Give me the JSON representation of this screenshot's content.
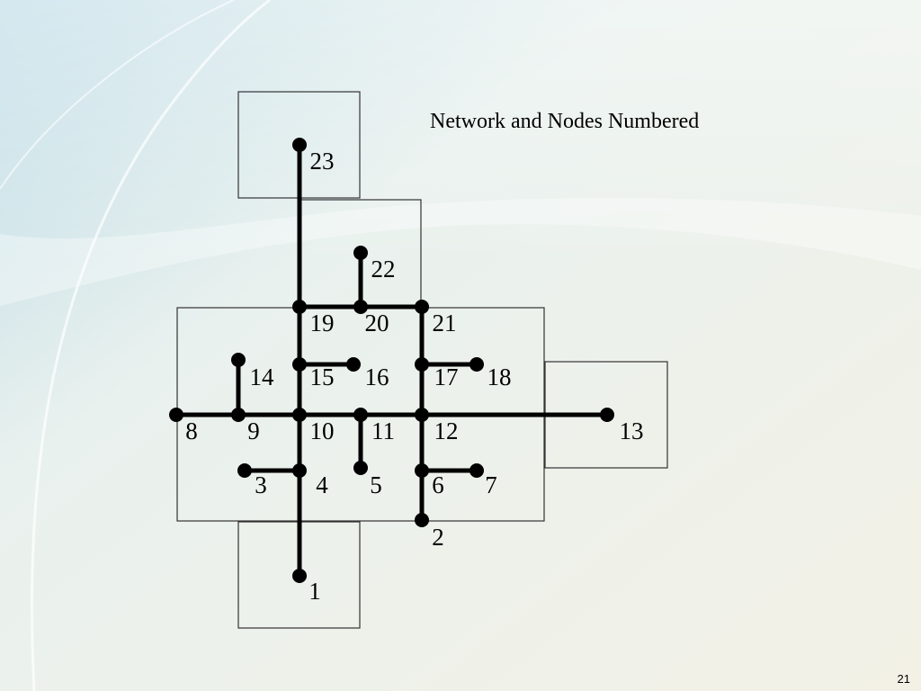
{
  "title": "Network and Nodes Numbered",
  "slide_number": "21",
  "colors": {
    "line": "#000000",
    "box": "#333333",
    "background": "#f6f4ec"
  },
  "nodes": [
    {
      "id": "1",
      "label": "1"
    },
    {
      "id": "2",
      "label": "2"
    },
    {
      "id": "3",
      "label": "3"
    },
    {
      "id": "4",
      "label": "4"
    },
    {
      "id": "5",
      "label": "5"
    },
    {
      "id": "6",
      "label": "6"
    },
    {
      "id": "7",
      "label": "7"
    },
    {
      "id": "8",
      "label": "8"
    },
    {
      "id": "9",
      "label": "9"
    },
    {
      "id": "10",
      "label": "10"
    },
    {
      "id": "11",
      "label": "11"
    },
    {
      "id": "12",
      "label": "12"
    },
    {
      "id": "13",
      "label": "13"
    },
    {
      "id": "14",
      "label": "14"
    },
    {
      "id": "15",
      "label": "15"
    },
    {
      "id": "16",
      "label": "16"
    },
    {
      "id": "17",
      "label": "17"
    },
    {
      "id": "18",
      "label": "18"
    },
    {
      "id": "19",
      "label": "19"
    },
    {
      "id": "20",
      "label": "20"
    },
    {
      "id": "21",
      "label": "21"
    },
    {
      "id": "22",
      "label": "22"
    },
    {
      "id": "23",
      "label": "23"
    }
  ],
  "edges": [
    [
      "1",
      "4"
    ],
    [
      "4",
      "10"
    ],
    [
      "10",
      "15"
    ],
    [
      "15",
      "19"
    ],
    [
      "19",
      "23"
    ],
    [
      "2",
      "6"
    ],
    [
      "6",
      "12"
    ],
    [
      "12",
      "17"
    ],
    [
      "17",
      "21"
    ],
    [
      "8",
      "9"
    ],
    [
      "9",
      "10"
    ],
    [
      "10",
      "11"
    ],
    [
      "11",
      "12"
    ],
    [
      "12",
      "13"
    ],
    [
      "19",
      "20"
    ],
    [
      "20",
      "21"
    ],
    [
      "20",
      "22"
    ],
    [
      "9",
      "14"
    ],
    [
      "15",
      "16"
    ],
    [
      "17",
      "18"
    ],
    [
      "3",
      "4"
    ],
    [
      "6",
      "7"
    ],
    [
      "11",
      "5"
    ]
  ]
}
